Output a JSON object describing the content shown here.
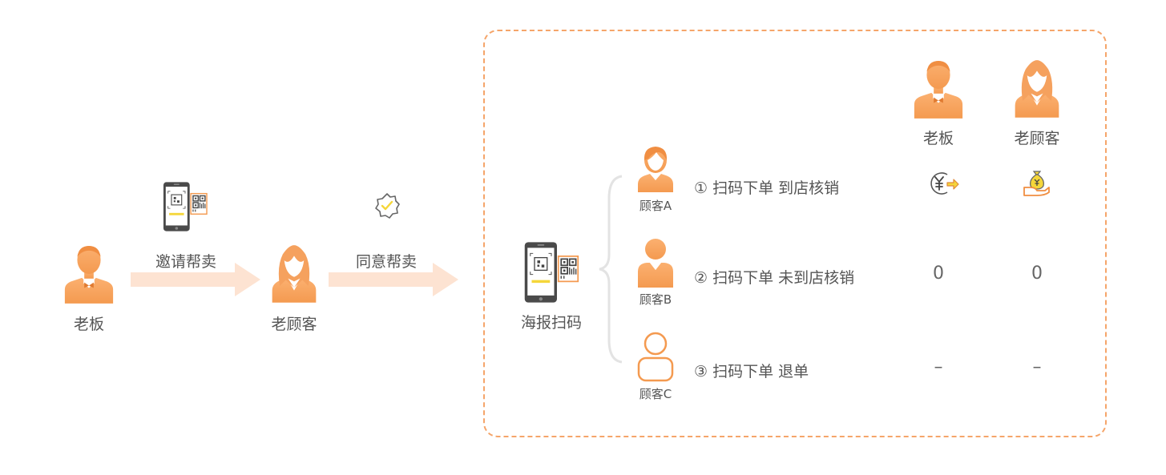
{
  "flow": {
    "boss_label": "老板",
    "invite_label": "邀请帮卖",
    "old_customer_label": "老顾客",
    "agree_label": "同意帮卖",
    "poster_label": "海报扫码"
  },
  "customers": [
    {
      "label": "顾客A",
      "step": "① 扫码下单 到店核销",
      "boss_value": "",
      "old_customer_value": ""
    },
    {
      "label": "顾客B",
      "step": "② 扫码下单 未到店核销",
      "boss_value": "0",
      "old_customer_value": "0"
    },
    {
      "label": "顾客C",
      "step": "③ 扫码下单 退单",
      "boss_value": "–",
      "old_customer_value": "–"
    }
  ],
  "columns": {
    "boss": "老板",
    "old_customer": "老顾客"
  },
  "colors": {
    "accent": "#F7A05C",
    "arrow": "#FDE3D2",
    "dashed_border": "#F5A56A",
    "yellow": "#F5D63A",
    "phone": "#4A4A4A"
  }
}
